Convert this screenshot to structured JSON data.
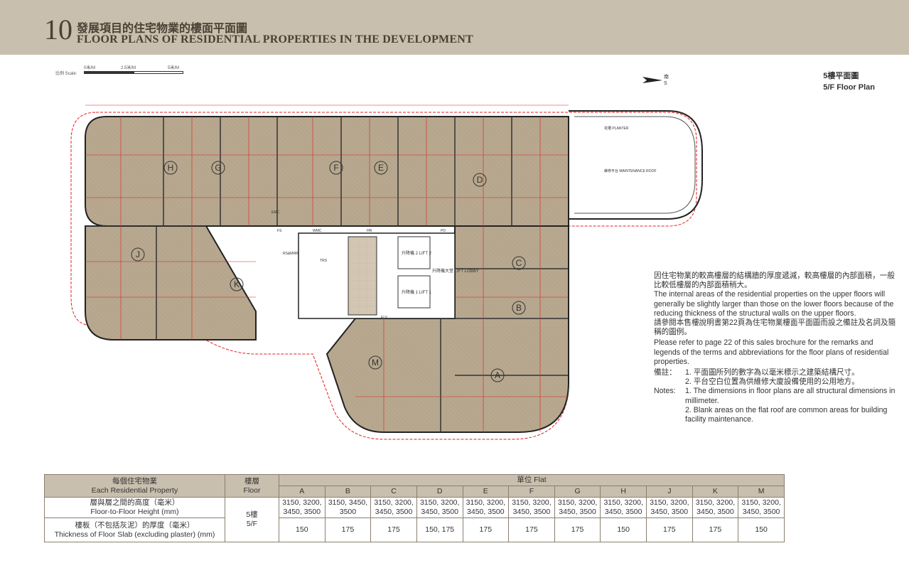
{
  "header": {
    "number": "10",
    "title_zh": "發展項目的住宅物業的樓面平面圖",
    "title_en": "FLOOR PLANS OF RESIDENTIAL PROPERTIES IN THE DEVELOPMENT"
  },
  "scale": {
    "label": "比例 Scale:",
    "t0": "0米/M",
    "t1": "2.5米/M",
    "t2": "5米/M"
  },
  "north": {
    "zh": "南",
    "en": "S"
  },
  "plan_title": {
    "zh": "5樓平面圖",
    "en": "5/F Floor Plan"
  },
  "plan": {
    "flats": [
      "A",
      "B",
      "C",
      "D",
      "E",
      "F",
      "G",
      "H",
      "J",
      "K",
      "M"
    ],
    "labels": {
      "lift1": "升降機 1 LIFT 1",
      "lift2": "升降機 2 LIFT 2",
      "lift_lobby": "升降機大堂 LIFT LOBBY",
      "planter": "花槽 PLANTER",
      "maint_roof": "維修平台 MAINTENANCE ROOF",
      "emc": "EMC",
      "fs": "FS",
      "wmc": "WMC",
      "hr": "HR",
      "pd": "PD",
      "trs": "TRS",
      "rsmrr": "RS&MRR",
      "elv": "ELV"
    }
  },
  "notes": {
    "p1_zh": "因住宅物業的較高樓層的結構牆的厚度遞減，較高樓層的內部面積，一般比較低樓層的內部面積稍大。",
    "p1_en": "The internal areas of the residential properties on the upper floors will generally be slightly larger than those on the lower floors because of the reducing thickness of the structural walls on the upper floors.",
    "p2_zh": "請參閱本售樓說明書第22頁為住宅物業樓面平面圖而設之備註及名詞及簡稱的圖例。",
    "p2_en": "Please refer to page 22 of this sales brochure for the remarks and legends of the terms and abbreviations for the floor plans of residential properties.",
    "zh_key": "備註：",
    "zh_1": "1. 平面圖所列的數字為以毫米標示之建築結構尺寸。",
    "zh_2": "2. 平台空白位置為供維修大廈設備使用的公用地方。",
    "en_key": "Notes:",
    "en_1": "1. The dimensions in floor plans are all structural dimensions in millimeter.",
    "en_2": "2. Blank areas on the flat roof are common areas for building facility maintenance."
  },
  "table": {
    "h_prop_zh": "每個住宅物業",
    "h_prop_en": "Each Residential Property",
    "h_floor_zh": "樓層",
    "h_floor_en": "Floor",
    "h_flat": "單位 Flat",
    "flats": [
      "A",
      "B",
      "C",
      "D",
      "E",
      "F",
      "G",
      "H",
      "J",
      "K",
      "M"
    ],
    "r1_zh": "層與層之間的高度（毫米）",
    "r1_en": "Floor-to-Floor Height (mm)",
    "r2_zh": "樓板（不包括灰泥）的厚度（毫米）",
    "r2_en": "Thickness of Floor Slab (excluding plaster) (mm)",
    "floor_zh": "5樓",
    "floor_en": "5/F",
    "heights": [
      [
        "3150, 3200,",
        "3450, 3500"
      ],
      [
        "3150, 3450,",
        "3500"
      ],
      [
        "3150, 3200,",
        "3450, 3500"
      ],
      [
        "3150, 3200,",
        "3450, 3500"
      ],
      [
        "3150, 3200,",
        "3450, 3500"
      ],
      [
        "3150, 3200,",
        "3450, 3500"
      ],
      [
        "3150, 3200,",
        "3450, 3500"
      ],
      [
        "3150, 3200,",
        "3450, 3500"
      ],
      [
        "3150, 3200,",
        "3450, 3500"
      ],
      [
        "3150, 3200,",
        "3450, 3500"
      ],
      [
        "3150, 3200,",
        "3450, 3500"
      ]
    ],
    "slabs": [
      "150",
      "175",
      "175",
      "150, 175",
      "175",
      "175",
      "175",
      "150",
      "175",
      "175",
      "150"
    ]
  }
}
